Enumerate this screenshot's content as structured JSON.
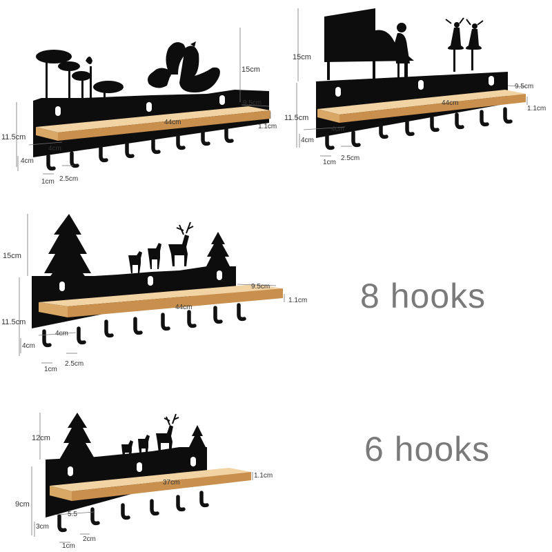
{
  "captions": {
    "eight": "8 hooks",
    "six": "6 hooks"
  },
  "swan": {
    "h_top": "15cm",
    "h_board": "11.5cm",
    "depth": "9.5cm",
    "thick": "1.1cm",
    "length": "44cm",
    "hook_gap": "4cm",
    "hook_h": "4cm",
    "hook_w": "1cm",
    "hook_sp": "2.5cm"
  },
  "piano": {
    "h_top": "15cm",
    "h_board": "11.5cm",
    "depth": "9.5cm",
    "thick": "1.1cm",
    "length": "44cm",
    "hook_gap": "4cm",
    "hook_h": "4cm",
    "hook_w": "1cm",
    "hook_sp": "2.5cm"
  },
  "deer8": {
    "h_top": "15cm",
    "h_board": "11.5cm",
    "depth": "9.5cm",
    "thick": "1.1cm",
    "length": "44cm",
    "hook_gap": "4cm",
    "hook_h": "4cm",
    "hook_w": "1cm",
    "hook_sp": "2.5cm"
  },
  "deer6": {
    "h_top": "12cm",
    "h_board": "9cm",
    "thick": "1.1cm",
    "length": "37cm",
    "hook_gap": "5.5",
    "hook_h": "3cm",
    "hook_w": "1cm",
    "hook_sp": "2cm"
  },
  "colors": {
    "wood": "#d9a766",
    "metal": "#0d0d0d",
    "caption": "#7a7a7a"
  }
}
